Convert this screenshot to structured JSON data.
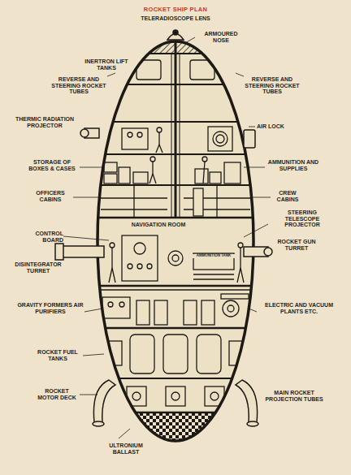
{
  "diagram": {
    "title": "ROCKET SHIP PLAN",
    "labels": [
      "TELERADIOSCOPE LENS",
      "ARMOURED NOSE",
      "INERTRON LIFT TANKS",
      "REVERSE AND STEERING ROCKET TUBES",
      "REVERSE AND STEERING ROCKET TUBES",
      "THERMIC RADIATION PROJECTOR",
      "AIR LOCK",
      "STORAGE OF BOXES & CASES",
      "AMMUNITION AND SUPPLIES",
      "OFFICERS CABINS",
      "CREW CABINS",
      "CONTROL BOARD",
      "DISINTEGRATOR TURRET",
      "NAVIGATION ROOM",
      "AMMUNITION TANK",
      "STEERING TELESCOPE PROJECTOR",
      "ROCKET GUN TURRET",
      "GRAVITY FORMERS AIR PURIFIERS",
      "ELECTRIC AND VACUUM PLANTS ETC.",
      "ROCKET FUEL TANKS",
      "ROCKET MOTOR DECK",
      "MAIN ROCKET PROJECTION TUBES",
      "ULTRONIUM BALLAST"
    ]
  }
}
